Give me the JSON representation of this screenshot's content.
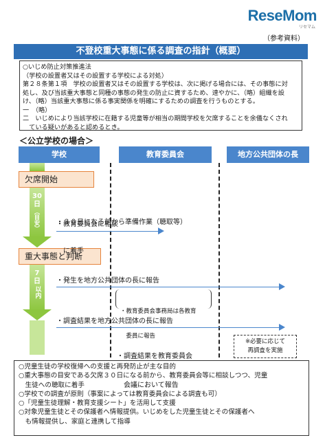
{
  "logo": {
    "text": "ReseMom",
    "sub": "リセマム"
  },
  "reference_label": "（参考資料）",
  "title": "不登校重大事態に係る調査の指針（概要）",
  "law_box": {
    "lines": [
      "○いじめ防止対策推進法",
      "（学校の設置者又はその設置する学校による対処）",
      "第２８条第１項　学校の設置者又はその設置する学校は、次に掲げる場合には、その事態に対",
      "処し、及び当該重大事態と同種の事態の発生の防止に資するため、速やかに、（略）組織を設",
      "け、（略）当該重大事態に係る事実関係を明確にするための調査を行うものとする。",
      "一　（略）",
      "二　いじめにより当該学校に在籍する児童等が相当の期間学校を欠席することを余儀なくされ",
      "　ている疑いがあると認めるとき。"
    ]
  },
  "section_title": "＜公立学校の場合＞",
  "columns": {
    "school": "学校",
    "board": "教育委員会",
    "local_gov": "地方公共団体の長"
  },
  "flow": {
    "step1": "欠席開始",
    "period1_line1": "30",
    "period1_line2": "日",
    "period1_line3": "（目安）",
    "item1_line1": "・３０日になる前から準備作業（聴取等）",
    "item1_line2": "　に着手",
    "item2": "・教育委員会に相談",
    "step2": "重大事態と判断",
    "period2_line1": "7",
    "period2_line2": "日",
    "period2_line3": "以内",
    "item3": "・発生を地方公共団体の長に報告",
    "board_note_line1": "・教育委員会事務局は各教育",
    "board_note_line2": "　委員に報告",
    "item4": "・調査結果を地方公共団体の長に報告",
    "item5_line1": "・調査結果を教育委員会",
    "item5_line2": "　会議において報告",
    "reinvestigate_line1": "※必要に応じて",
    "reinvestigate_line2": "再調査を実施"
  },
  "bottom_box": {
    "lines": [
      "○児童生徒の学校復帰への支援と再発防止が主な目的",
      "○重大事態の目安である欠席３０日になる前から、教育委員会等に相談しつつ、児童",
      "　生徒への聴取に着手",
      "○学校での調査が原則（事案によっては教育委員会による調査も可）",
      "○「児童生徒理解・教育支援シート」を活用して支援",
      "○対象児童生徒とその保護者へ情報提供。いじめをした児童生徒とその保護者へ",
      "　も情報提供し、家庭と連携して指導"
    ]
  },
  "colors": {
    "title_bar": "#2e6fb5",
    "column_header": "#4a86cc",
    "arrow": "#4a86cc",
    "step_fill": "#fbe4cf",
    "step_border": "#e5833b",
    "timeline": "#8dc63f"
  }
}
